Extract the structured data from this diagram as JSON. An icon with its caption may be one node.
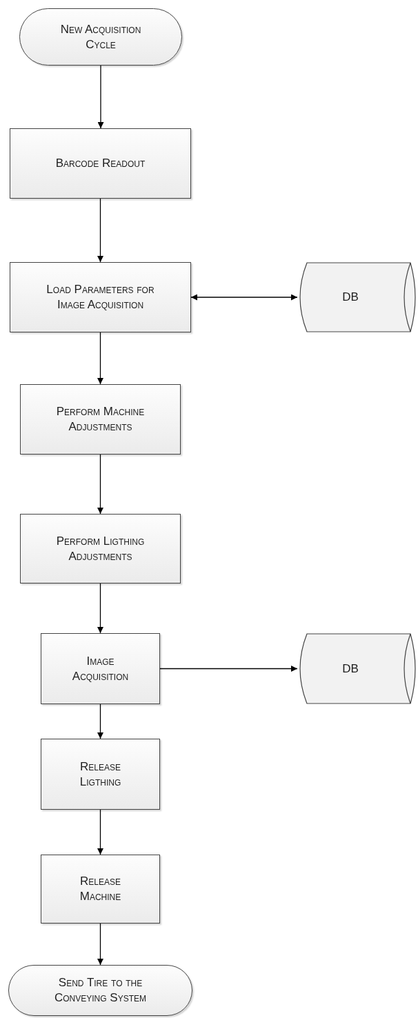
{
  "diagram": {
    "nodes": [
      {
        "text": [
          "New Acquisition Cycle"
        ]
      },
      {
        "text": [
          "Barcode Readout"
        ]
      },
      {
        "text": [
          "Load Parameters for Image Acquisition"
        ]
      },
      {
        "text": [
          "DB"
        ]
      },
      {
        "text": [
          "Perform Machine Adjustments"
        ]
      },
      {
        "text": [
          "Perform Ligthing Adjustments"
        ]
      },
      {
        "text": [
          "Image Acquisition"
        ]
      },
      {
        "text": [
          "DB"
        ]
      },
      {
        "text": [
          "Release Ligthing"
        ]
      },
      {
        "text": [
          "Release Machine"
        ]
      },
      {
        "text": [
          "Send Tire to the Conveying System"
        ]
      }
    ],
    "edges": [
      {
        "from": 0,
        "to": 1,
        "arrow": "to"
      },
      {
        "from": 1,
        "to": 2,
        "arrow": "to"
      },
      {
        "from": 2,
        "to": 3,
        "arrow": "both"
      },
      {
        "from": 2,
        "to": 4,
        "arrow": "to"
      },
      {
        "from": 4,
        "to": 5,
        "arrow": "to"
      },
      {
        "from": 5,
        "to": 6,
        "arrow": "to"
      },
      {
        "from": 6,
        "to": 7,
        "arrow": "to"
      },
      {
        "from": 6,
        "to": 8,
        "arrow": "to"
      },
      {
        "from": 8,
        "to": 9,
        "arrow": "to"
      },
      {
        "from": 9,
        "to": 10,
        "arrow": "to"
      }
    ]
  }
}
